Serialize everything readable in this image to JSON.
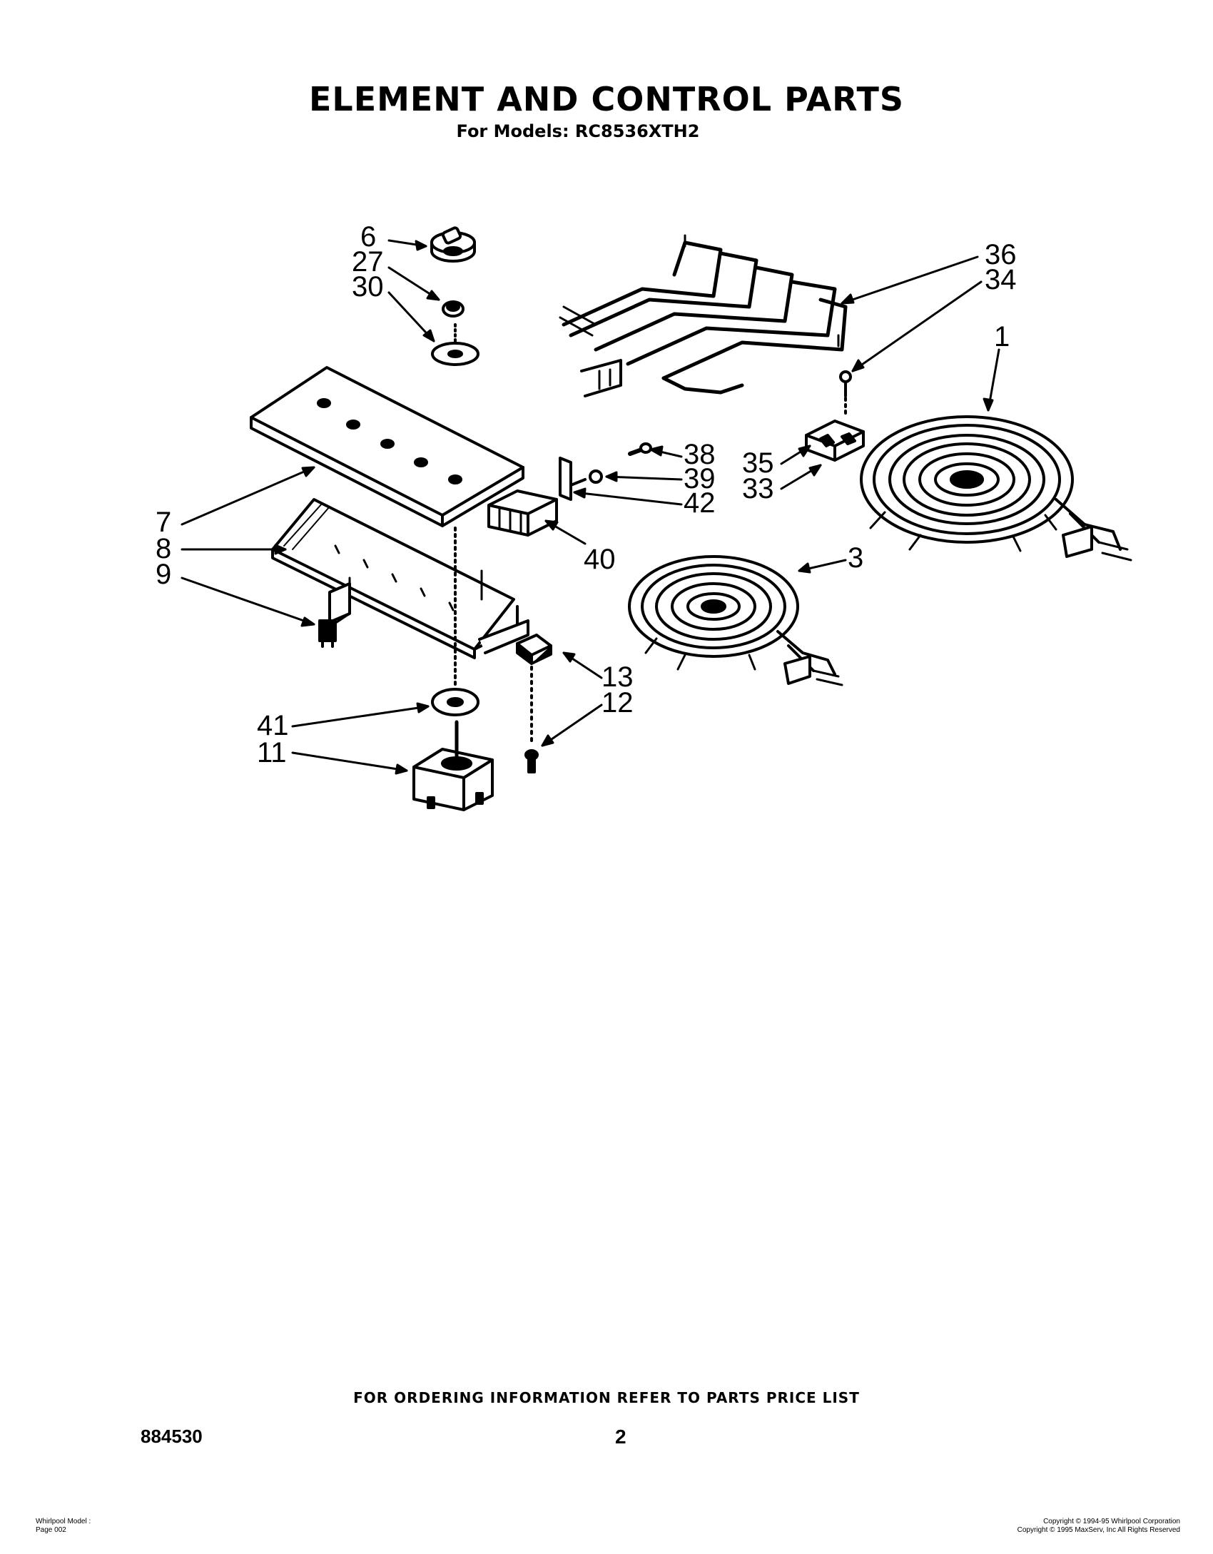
{
  "header": {
    "title": "ELEMENT AND CONTROL PARTS",
    "subtitle": "For Models: RC8536XTH2"
  },
  "callouts": [
    "6",
    "27",
    "30",
    "7",
    "8",
    "9",
    "41",
    "11",
    "13",
    "12",
    "38",
    "39",
    "42",
    "40",
    "36",
    "34",
    "1",
    "35",
    "33",
    "3"
  ],
  "footer": {
    "ordering_note": "FOR ORDERING INFORMATION REFER TO PARTS PRICE LIST",
    "document_number": "884530",
    "page_number": "2",
    "model_line": "Whirlpool Model :",
    "page_line": "Page   002",
    "copyright_1": "Copyright © 1994-95 Whirlpool Corporation",
    "copyright_2": "Copyright © 1995 MaxServ, Inc   All Rights Reserved"
  }
}
